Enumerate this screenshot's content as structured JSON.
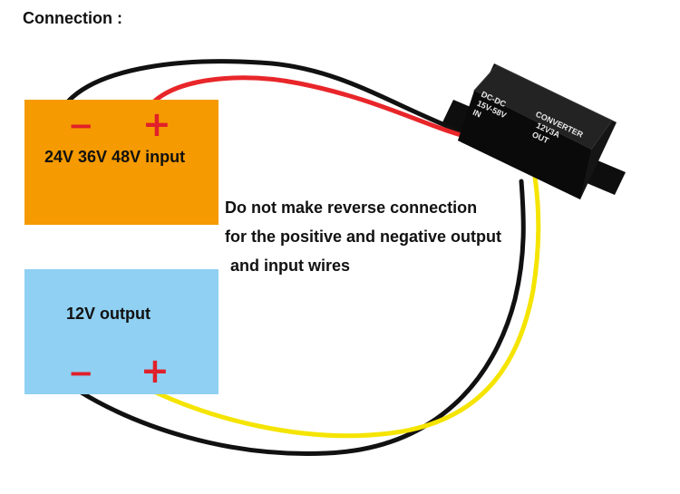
{
  "heading": "Connection :",
  "input_box": {
    "label": "24V 36V 48V input",
    "minus": "−",
    "plus": "+",
    "color": "#f59a00"
  },
  "output_box": {
    "label": "12V output",
    "minus": "−",
    "plus": "+",
    "color": "#8fd0f3"
  },
  "warning": {
    "line1": "Do not make reverse connection",
    "line2": "for the positive and negative output",
    "line3": "and input wires"
  },
  "device": {
    "line_left_1": "DC-DC",
    "line_left_2": "15V-58V",
    "line_left_3": "IN",
    "line_right_1": "CONVERTER",
    "line_right_2": "12V3A",
    "line_right_3": "OUT"
  },
  "wire_colors": {
    "red": "#e8262a",
    "black": "#111111",
    "yellow": "#f5e400"
  }
}
